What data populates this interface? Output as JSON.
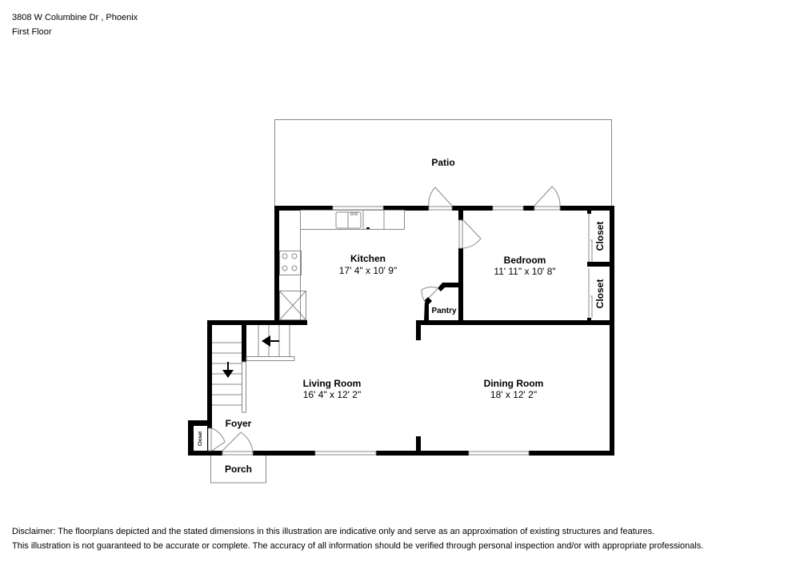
{
  "header": {
    "address": "3808 W Columbine Dr , Phoenix",
    "floor": "First Floor"
  },
  "rooms": {
    "patio": {
      "name": "Patio"
    },
    "kitchen": {
      "name": "Kitchen",
      "dims": "17' 4\" x 10' 9\""
    },
    "bedroom": {
      "name": "Bedroom",
      "dims": "11' 11\" x 10' 8\""
    },
    "closet_upper": {
      "name": "Closet"
    },
    "closet_lower": {
      "name": "Closet"
    },
    "pantry": {
      "name": "Pantry"
    },
    "living": {
      "name": "Living Room",
      "dims": "16' 4\" x 12' 2\""
    },
    "dining": {
      "name": "Dining Room",
      "dims": "18' x 12' 2\""
    },
    "foyer": {
      "name": "Foyer"
    },
    "foyer_closet": {
      "name": "Closet"
    },
    "porch": {
      "name": "Porch"
    }
  },
  "disclaimer": {
    "line1": "Disclaimer: The floorplans depicted and the stated dimensions in this illustration are indicative only and serve as an approximation of existing structures and features.",
    "line2": "This illustration is not guaranteed to be accurate or complete. The accuracy of all information should be verified through personal inspection and/or with appropriate professionals."
  },
  "colors": {
    "wall": "#000000",
    "thin_line": "#888888",
    "background": "#ffffff"
  }
}
